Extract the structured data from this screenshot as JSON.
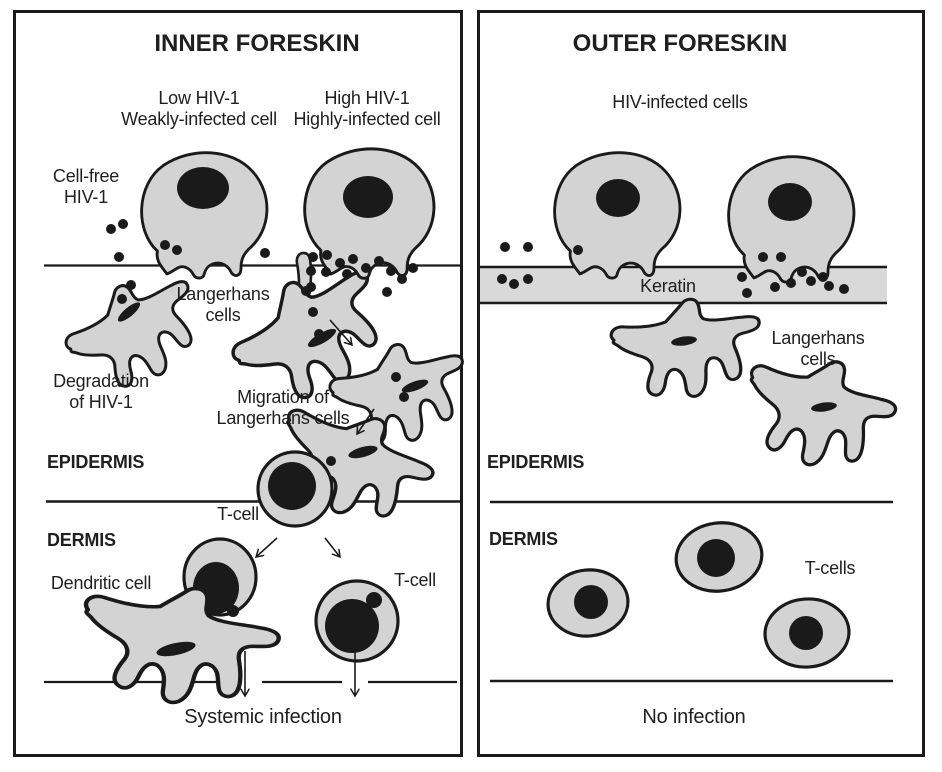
{
  "figure_type": "scientific-diagram",
  "colors": {
    "ink": "#1a1a1a",
    "cell_fill": "#d3d3d3",
    "keratin_fill": "#d9d9d9",
    "background": "#ffffff"
  },
  "inner_panel": {
    "title": "INNER FORESKIN",
    "low_hiv_label": "Low HIV-1\nWeakly-infected cell",
    "high_hiv_label": "High HIV-1\nHighly-infected cell",
    "cell_free_label": "Cell-free\nHIV-1",
    "langerhans_label": "Langerhans\ncells",
    "degradation_label": "Degradation\nof HIV-1",
    "migration_label": "Migration of\nLangerhans cells",
    "epidermis_label": "EPIDERMIS",
    "t_cell_upper_label": "T-cell",
    "dermis_label": "DERMIS",
    "dendritic_cell_label": "Dendritic cell",
    "t_cell_lower_label": "T-cell",
    "outcome_caption": "Systemic infection"
  },
  "outer_panel": {
    "title": "OUTER FORESKIN",
    "hiv_infected_label": "HIV-infected cells",
    "keratin_label": "Keratin",
    "langerhans_label": "Langerhans\ncells",
    "epidermis_label": "EPIDERMIS",
    "dermis_label": "DERMIS",
    "t_cells_label": "T-cells",
    "outcome_caption": "No infection"
  }
}
